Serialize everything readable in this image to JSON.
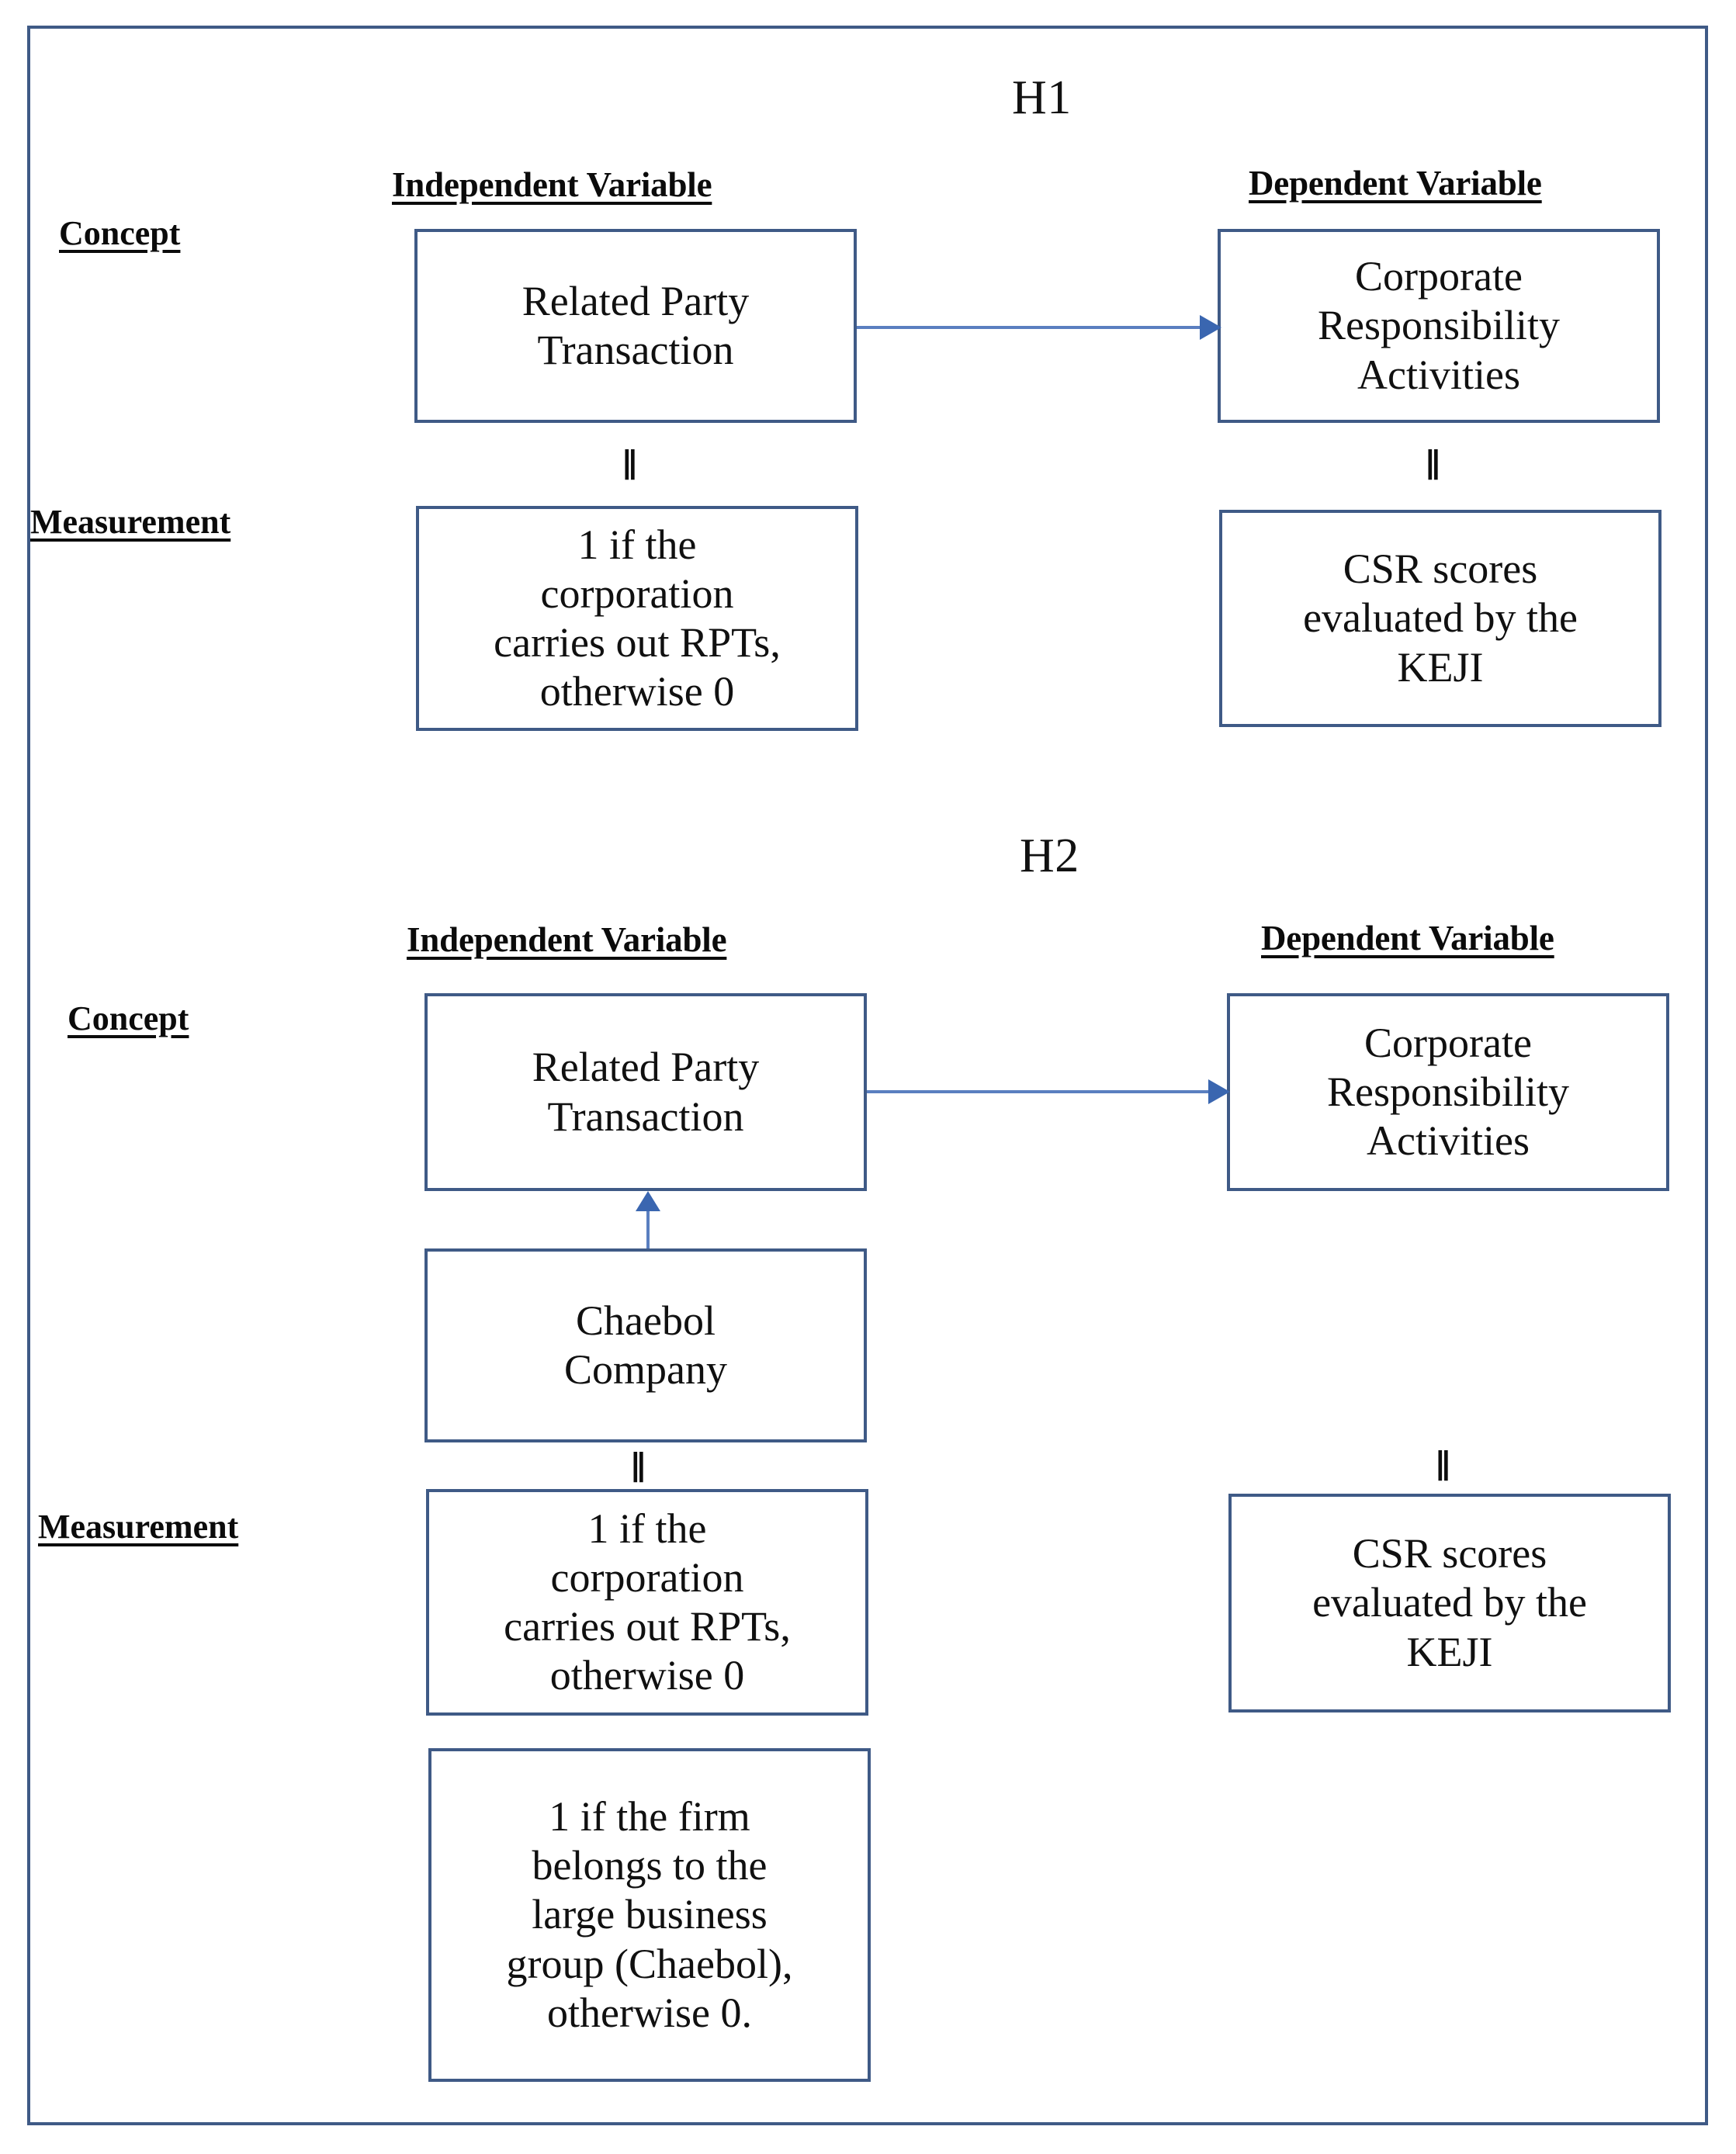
{
  "figure": {
    "border_color": "#3f5a86",
    "background": "#ffffff",
    "arrow_color": "#3a66b0"
  },
  "hypotheses": [
    {
      "id": "h1",
      "title": "H1",
      "column_headers": {
        "independent": "Independent Variable",
        "dependent": "Dependent Variable"
      },
      "row_labels": {
        "concept": "Concept",
        "measurement": "Measurement"
      },
      "nodes": {
        "iv_concept": "Related Party\nTransaction",
        "dv_concept": "Corporate\nResponsibility\nActivities",
        "iv_measurement": "1 if the\ncorporation\ncarries out RPTs,\notherwise 0",
        "dv_measurement": "CSR scores\nevaluated by the\nKEJI"
      },
      "equality_marks": [
        "=",
        "="
      ],
      "relationships": [
        {
          "from": "iv_concept",
          "to": "dv_concept",
          "type": "arrow",
          "direction": "right"
        }
      ]
    },
    {
      "id": "h2",
      "title": "H2",
      "column_headers": {
        "independent": "Independent Variable",
        "dependent": "Dependent Variable"
      },
      "row_labels": {
        "concept": "Concept",
        "measurement": "Measurement"
      },
      "nodes": {
        "iv_concept": "Related Party\nTransaction",
        "dv_concept": "Corporate\nResponsibility\nActivities",
        "moderator_concept": "Chaebol\nCompany",
        "iv_measurement": "1 if the\ncorporation\ncarries out RPTs,\notherwise 0",
        "dv_measurement": "CSR scores\nevaluated by the\nKEJI",
        "moderator_measurement": "1 if the firm\nbelongs to the\nlarge business\ngroup (Chaebol),\notherwise 0."
      },
      "equality_marks": [
        "=",
        "="
      ],
      "relationships": [
        {
          "from": "iv_concept",
          "to": "dv_concept",
          "type": "arrow",
          "direction": "right"
        },
        {
          "from": "moderator_concept",
          "to": "iv_concept",
          "type": "arrow",
          "direction": "up"
        }
      ]
    }
  ]
}
